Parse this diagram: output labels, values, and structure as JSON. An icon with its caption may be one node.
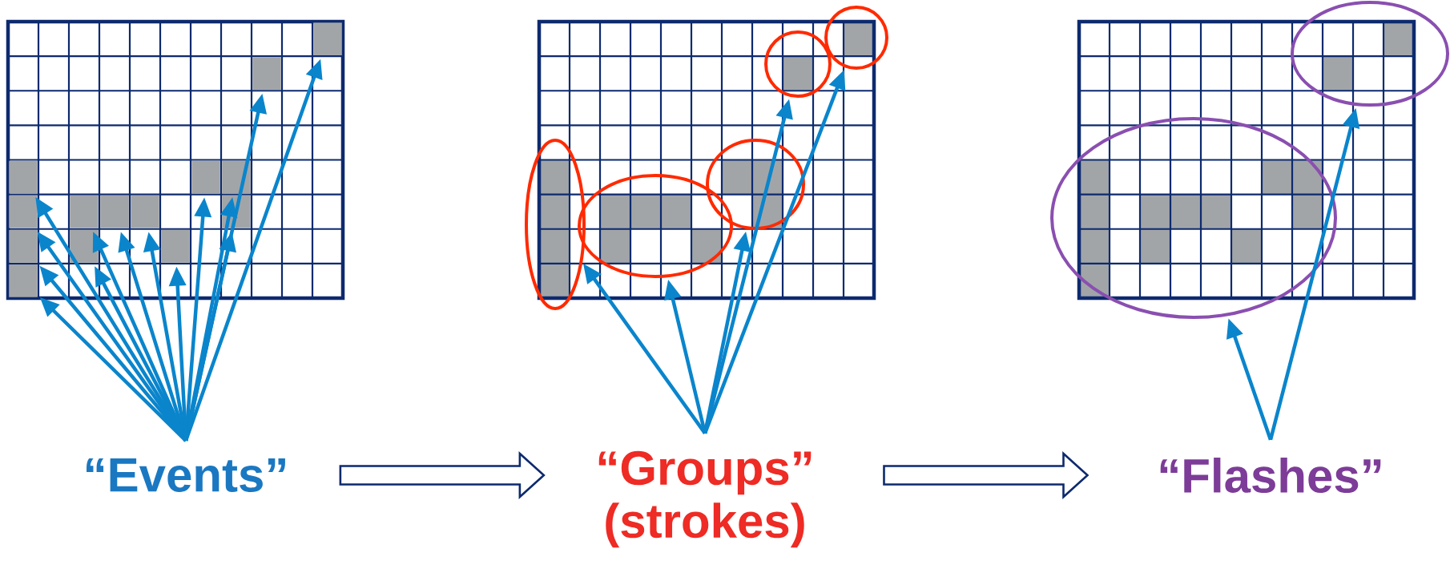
{
  "diagram": {
    "nodes": [
      {
        "text": [],
        "shape": "box"
      },
      {
        "text": [],
        "shape": "box"
      },
      {
        "text": [],
        "shape": "box"
      },
      {
        "text": [],
        "shape": "box"
      },
      {
        "text": [],
        "shape": "box"
      },
      {
        "text": [],
        "shape": "box"
      },
      {
        "text": [],
        "shape": "box"
      },
      {
        "text": [],
        "shape": "box"
      },
      {
        "text": [],
        "shape": "box"
      },
      {
        "text": [],
        "shape": "box"
      },
      {
        "text": [],
        "shape": "box"
      },
      {
        "text": [],
        "shape": "box"
      },
      {
        "text": [],
        "shape": "box"
      },
      {
        "text": [],
        "shape": "box"
      },
      {
        "text": [],
        "shape": "ellipse"
      },
      {
        "text": [],
        "shape": "ellipse"
      },
      {
        "text": [],
        "shape": "ellipse"
      },
      {
        "text": [],
        "shape": "ellipse"
      },
      {
        "text": [],
        "shape": "ellipse"
      },
      {
        "text": [],
        "shape": "ellipse"
      },
      {
        "text": [],
        "shape": "ellipse"
      },
      {
        "text": [
          "“Events”"
        ]
      },
      {
        "text": [
          "“Groups”",
          "(strokes)"
        ]
      },
      {
        "text": [
          "“Flashes”"
        ]
      }
    ],
    "edges": [
      {
        "from": 21,
        "to": 0,
        "arrow": "to"
      },
      {
        "from": 21,
        "to": 1,
        "arrow": "to"
      },
      {
        "from": 21,
        "to": 2,
        "arrow": "to"
      },
      {
        "from": 21,
        "to": 3,
        "arrow": "to"
      },
      {
        "from": 21,
        "to": 4,
        "arrow": "to"
      },
      {
        "from": 21,
        "to": 5,
        "arrow": "to"
      },
      {
        "from": 21,
        "to": 6,
        "arrow": "to"
      },
      {
        "from": 21,
        "to": 7,
        "arrow": "to"
      },
      {
        "from": 21,
        "to": 8,
        "arrow": "to"
      },
      {
        "from": 21,
        "to": 9,
        "arrow": "to"
      },
      {
        "from": 21,
        "to": 10,
        "arrow": "to"
      },
      {
        "from": 21,
        "to": 11,
        "arrow": "to"
      },
      {
        "from": 21,
        "to": 12,
        "arrow": "to"
      },
      {
        "from": 21,
        "to": 13,
        "arrow": "to"
      },
      {
        "from": 22,
        "to": 14,
        "arrow": "to"
      },
      {
        "from": 22,
        "to": 15,
        "arrow": "to"
      },
      {
        "from": 22,
        "to": 16,
        "arrow": "to"
      },
      {
        "from": 22,
        "to": 17,
        "arrow": "to"
      },
      {
        "from": 22,
        "to": 18,
        "arrow": "to"
      },
      {
        "from": 23,
        "to": 19,
        "arrow": "to"
      },
      {
        "from": 23,
        "to": 20,
        "arrow": "to"
      },
      {
        "from": 21,
        "to": 22,
        "arrow": "to",
        "style": "thick",
        "color": "#0d2a6e"
      },
      {
        "from": 22,
        "to": 23,
        "arrow": "to",
        "style": "thick",
        "color": "#0d2a6e"
      }
    ]
  }
}
